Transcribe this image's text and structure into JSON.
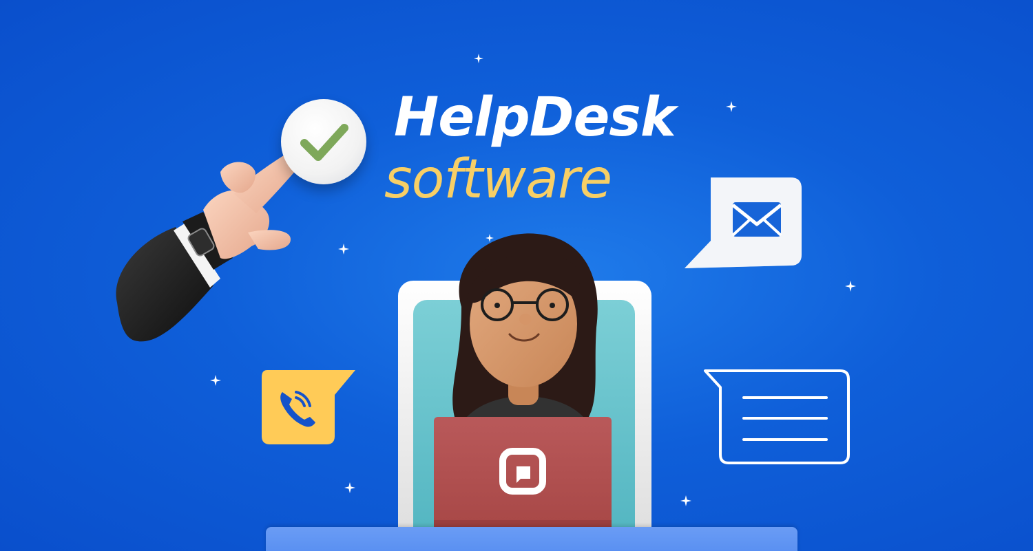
{
  "banner": {
    "title_main": "HelpDesk",
    "title_sub": "software"
  },
  "colors": {
    "background": "#0f5fd9",
    "title_main": "#ffffff",
    "title_sub": "#f7cf66",
    "check": "#7ea85a",
    "phone_bubble": "#ffcb57",
    "laptop": "#b05150",
    "screen_frame": "#ececec",
    "screen_inner": "#6ec6cf",
    "desk": "#5b92f2"
  },
  "icons": {
    "check": "check-icon",
    "mail": "envelope-icon",
    "phone": "phone-call-icon",
    "chat": "chat-lines-icon",
    "laptop_logo": "chat-square-logo"
  }
}
